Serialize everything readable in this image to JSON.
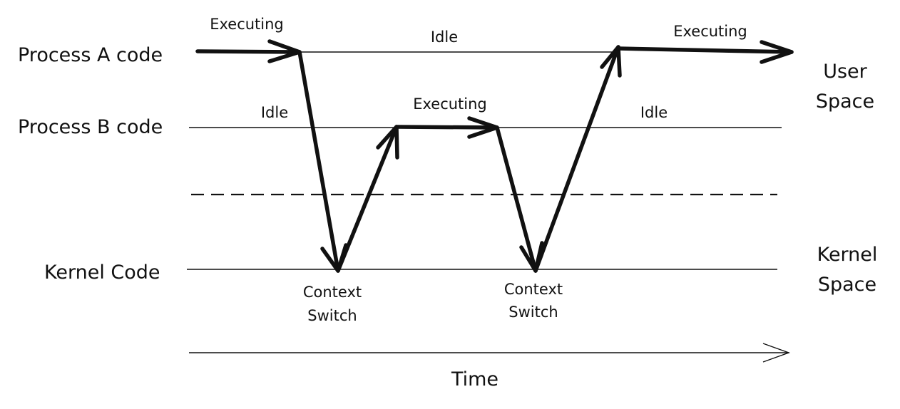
{
  "lanes": {
    "process_a": "Process A code",
    "process_b": "Process B code",
    "kernel": "Kernel Code"
  },
  "spaces": {
    "user_line1": "User",
    "user_line2": "Space",
    "kernel_line1": "Kernel",
    "kernel_line2": "Space"
  },
  "states": {
    "a_executing_1": "Executing",
    "a_idle": "Idle",
    "a_executing_2": "Executing",
    "b_idle_1": "Idle",
    "b_executing": "Executing",
    "b_idle_2": "Idle"
  },
  "switches": [
    {
      "line1": "Context",
      "line2": "Switch"
    },
    {
      "line1": "Context",
      "line2": "Switch"
    }
  ],
  "time_label": "Time",
  "colors": {
    "ink": "#111111",
    "background": "#ffffff"
  }
}
